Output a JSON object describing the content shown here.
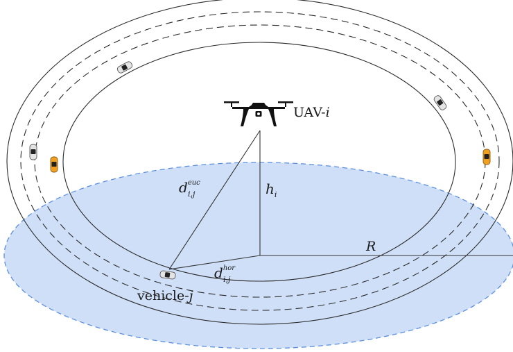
{
  "diagram": {
    "uav_label": {
      "prefix": "UAV-",
      "index": "i"
    },
    "vehicle_label": {
      "prefix": "vehicle-",
      "index": "j"
    },
    "height_label": {
      "symbol": "h",
      "sub": "i"
    },
    "euclid_label": {
      "symbol": "d",
      "sub": "i,j",
      "sup": "euc"
    },
    "horizontal_label": {
      "symbol": "d",
      "sub": "i,j",
      "sup": "hor"
    },
    "radius_label": "R"
  },
  "colors": {
    "coverage_fill": "#cfdff8",
    "coverage_stroke": "#5b8fdc",
    "road_stroke": "#2a2a2a",
    "line_stroke": "#333333",
    "car_orange": "#f0a020",
    "car_gray": "#e4e4e4",
    "drone": "#111111"
  },
  "icons": [
    "uav-drone-icon",
    "car-icon"
  ]
}
